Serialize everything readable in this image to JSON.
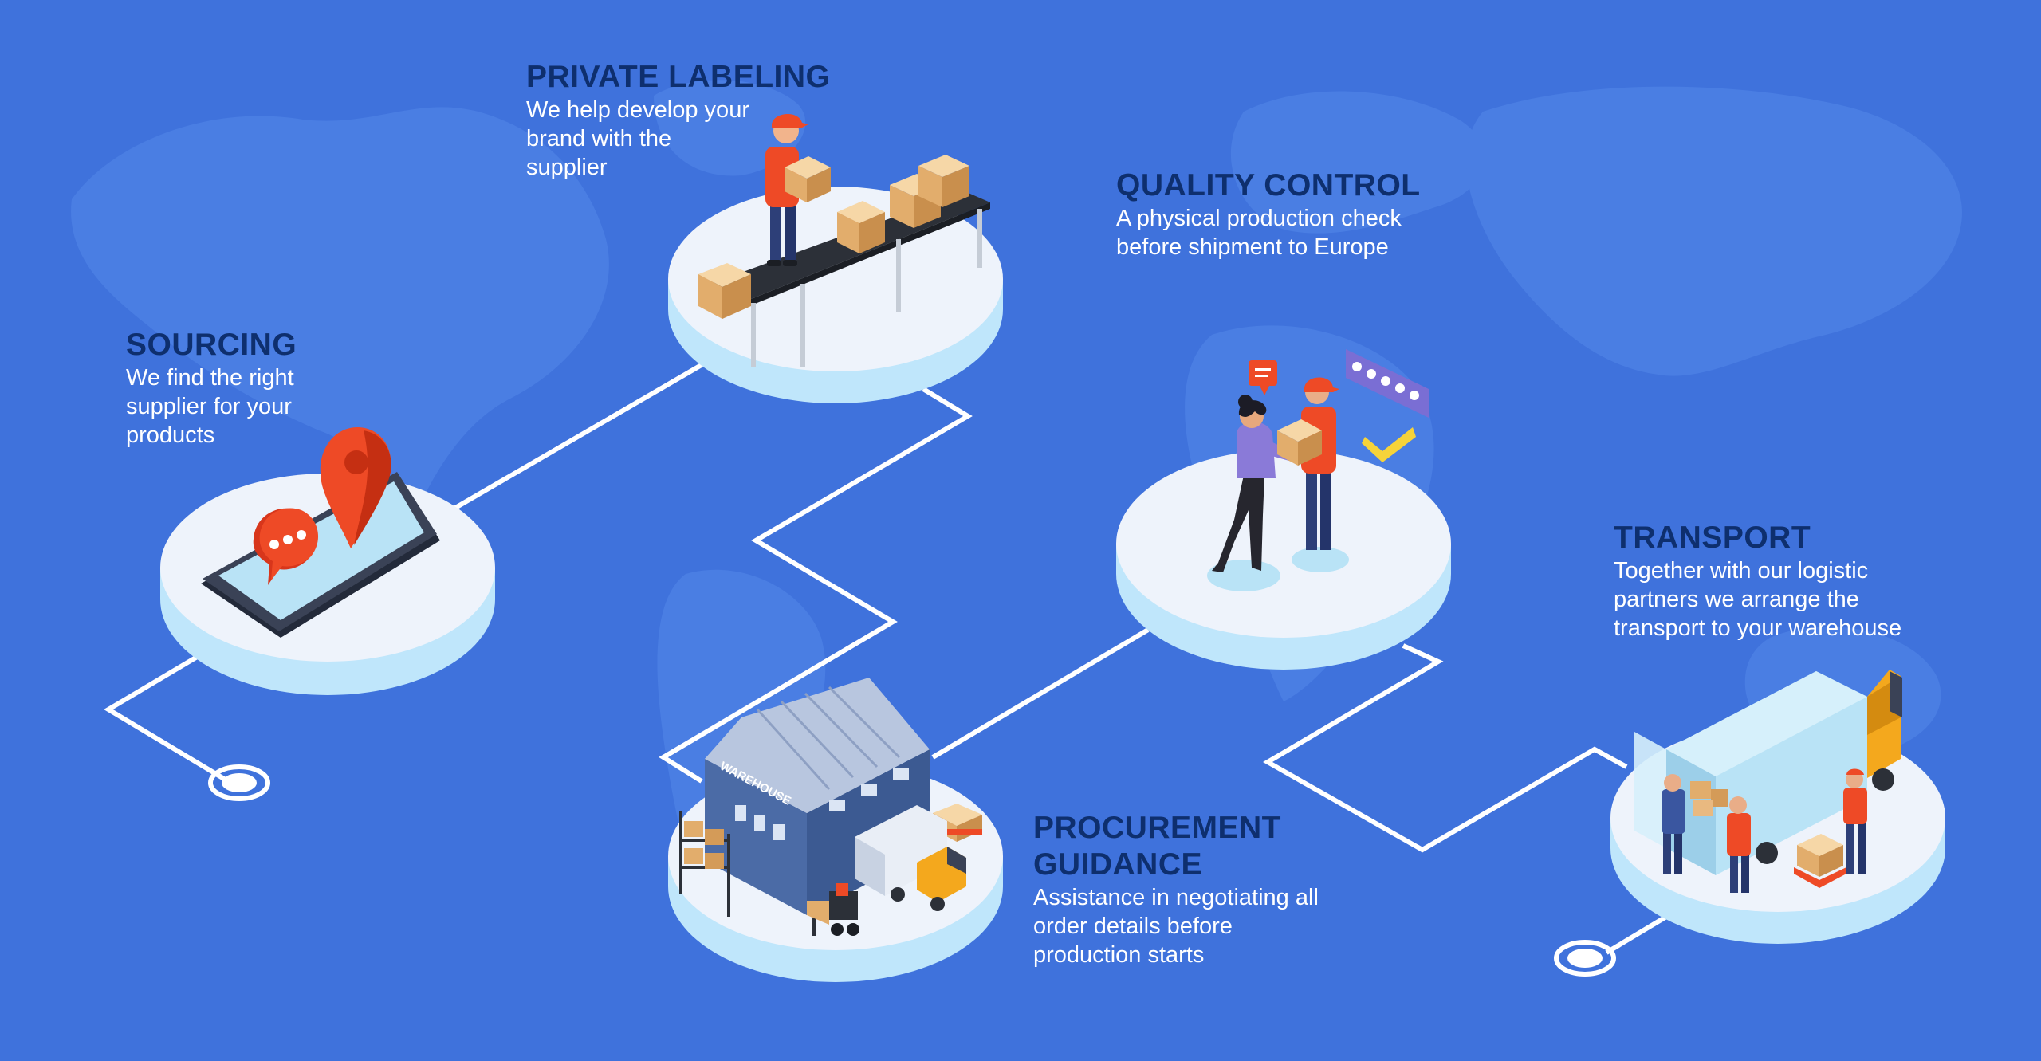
{
  "colors": {
    "background": "#3f72dc",
    "map": "#4b7fe2",
    "title": "#0e2f6e",
    "text": "#ffffff",
    "platform_top": "#eef3fb",
    "platform_side": "#bfe6fb",
    "accent_orange": "#ee4a26",
    "box": "#e9b980",
    "truck_yellow": "#f4a81d"
  },
  "icons": {
    "sourcing": "phone-location-pin-icon",
    "private_labeling": "conveyor-worker-icon",
    "quality_control": "handover-rating-icon",
    "procurement_guidance": "warehouse-icon",
    "transport": "delivery-truck-icon"
  },
  "steps": {
    "sourcing": {
      "title": "SOURCING",
      "lines": [
        "We find the right",
        "supplier for your",
        "products"
      ]
    },
    "private_labeling": {
      "title": "PRIVATE LABELING",
      "lines": [
        "We help develop your",
        "brand with the",
        "supplier"
      ]
    },
    "quality_control": {
      "title": "QUALITY CONTROL",
      "lines": [
        "A physical production check",
        "before shipment to Europe"
      ]
    },
    "procurement_guidance": {
      "title_lines": [
        "PROCUREMENT",
        "GUIDANCE"
      ],
      "lines": [
        "Assistance in negotiating all",
        "order details before",
        "production starts"
      ]
    },
    "transport": {
      "title": "TRANSPORT",
      "lines": [
        "Together with our logistic",
        "partners we arrange the",
        "transport to your warehouse"
      ]
    }
  },
  "warehouse_sign": "WAREHOUSE"
}
